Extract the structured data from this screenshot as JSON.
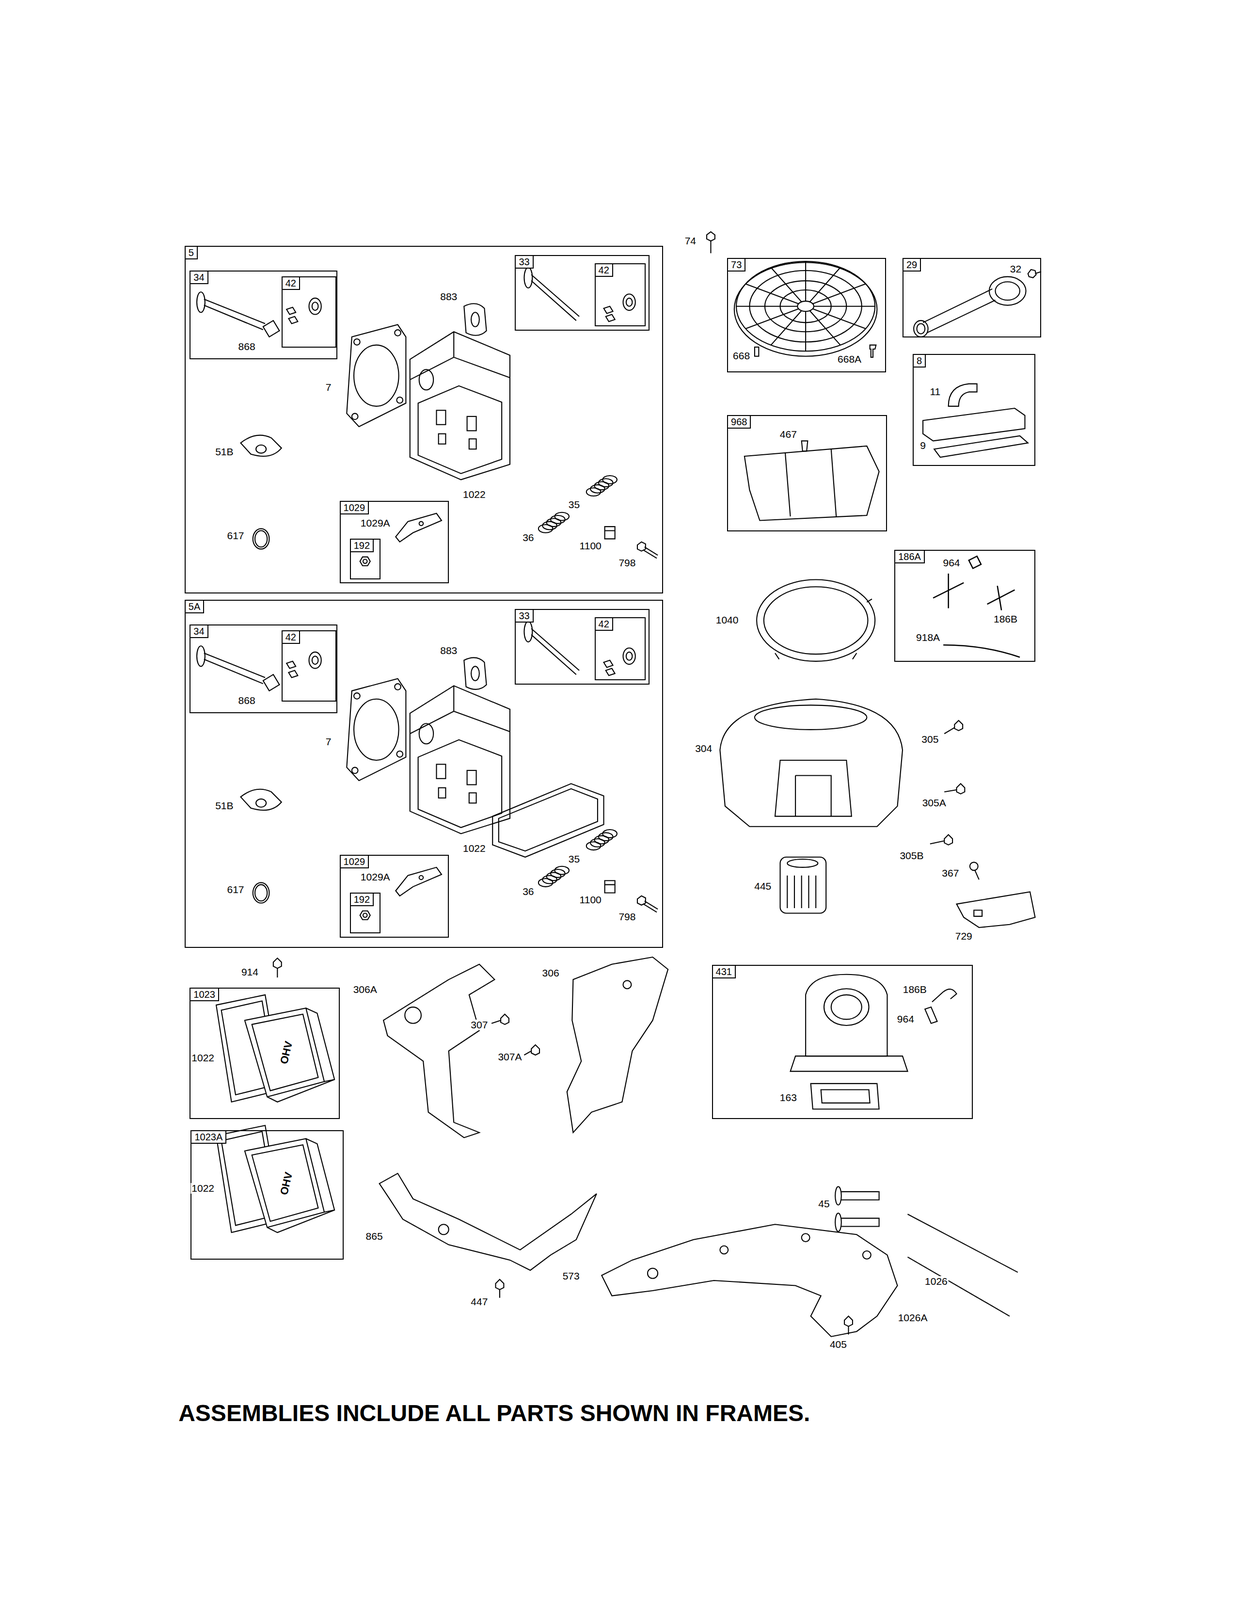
{
  "diagram": {
    "caption": "ASSEMBLIES INCLUDE ALL PARTS SHOWN IN FRAMES.",
    "nodes": [
      {
        "text": [
          "5",
          "883",
          "7",
          "51B",
          "617",
          "1022",
          "35",
          "36",
          "1100",
          "798"
        ]
      },
      {
        "text": [
          "34",
          "868"
        ],
        "in": 0
      },
      {
        "text": [
          "42"
        ],
        "in": 1
      },
      {
        "text": [
          "33"
        ],
        "in": 0
      },
      {
        "text": [
          "42"
        ],
        "in": 3
      },
      {
        "text": [
          "1029",
          "1029A"
        ],
        "in": 0
      },
      {
        "text": [
          "192"
        ],
        "in": 5
      },
      {
        "text": [
          "5A",
          "883",
          "7",
          "51B",
          "617",
          "1022",
          "35",
          "36",
          "1100",
          "798"
        ]
      },
      {
        "text": [
          "34",
          "868"
        ],
        "in": 7
      },
      {
        "text": [
          "42"
        ],
        "in": 8
      },
      {
        "text": [
          "33"
        ],
        "in": 7
      },
      {
        "text": [
          "42"
        ],
        "in": 10
      },
      {
        "text": [
          "1029",
          "1029A"
        ],
        "in": 7
      },
      {
        "text": [
          "192"
        ],
        "in": 12
      },
      {
        "text": [
          "73",
          "668",
          "668A"
        ]
      },
      {
        "text": [
          "29",
          "32"
        ]
      },
      {
        "text": [
          "8",
          "11",
          "9"
        ]
      },
      {
        "text": [
          "968",
          "467"
        ]
      },
      {
        "text": [
          "186A",
          "964",
          "186B",
          "918A"
        ]
      },
      {
        "text": [
          "1023",
          "1022"
        ]
      },
      {
        "text": [
          "1023A",
          "1022"
        ]
      },
      {
        "text": [
          "431",
          "186B",
          "964",
          "163"
        ]
      }
    ],
    "labels": [
      "74",
      "1040",
      "304",
      "305",
      "305A",
      "305B",
      "367",
      "445",
      "729",
      "914",
      "306A",
      "306",
      "307",
      "307A",
      "OHV",
      "OHV",
      "865",
      "447",
      "573",
      "45",
      "1026",
      "1026A",
      "405"
    ]
  }
}
